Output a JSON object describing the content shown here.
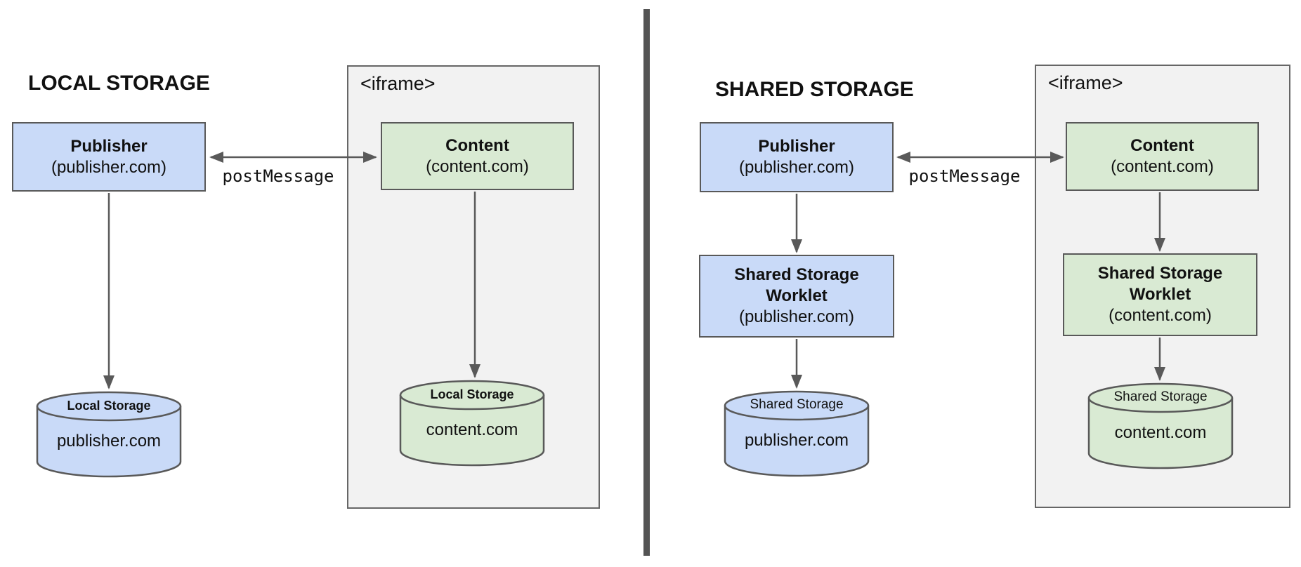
{
  "colors": {
    "publisher_fill": "#c9daf8",
    "content_fill": "#d9ead3",
    "iframe_fill": "#f2f2f2",
    "border": "#595959",
    "arrow": "#595959",
    "divider": "#545454"
  },
  "left": {
    "title": "LOCAL STORAGE",
    "iframe_label": "<iframe>",
    "publisher": {
      "name": "Publisher",
      "origin": "(publisher.com)"
    },
    "content": {
      "name": "Content",
      "origin": "(content.com)"
    },
    "post_message": "postMessage",
    "publisher_store": {
      "label": "Local Storage",
      "origin": "publisher.com"
    },
    "content_store": {
      "label": "Local Storage",
      "origin": "content.com"
    }
  },
  "right": {
    "title": "SHARED STORAGE",
    "iframe_label": "<iframe>",
    "publisher": {
      "name": "Publisher",
      "origin": "(publisher.com)"
    },
    "content": {
      "name": "Content",
      "origin": "(content.com)"
    },
    "post_message": "postMessage",
    "publisher_worklet": {
      "line1": "Shared Storage",
      "line2": "Worklet",
      "origin": "(publisher.com)"
    },
    "content_worklet": {
      "line1": "Shared Storage",
      "line2": "Worklet",
      "origin": "(content.com)"
    },
    "publisher_store": {
      "label": "Shared Storage",
      "origin": "publisher.com"
    },
    "content_store": {
      "label": "Shared Storage",
      "origin": "content.com"
    }
  }
}
